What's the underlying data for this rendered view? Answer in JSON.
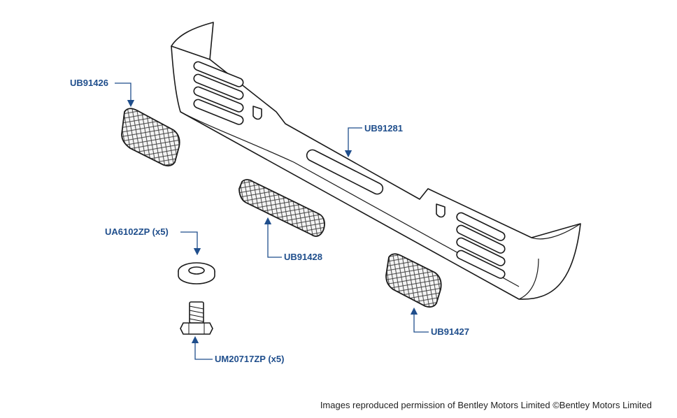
{
  "parts": [
    {
      "id": "UB91426",
      "label": "UB91426"
    },
    {
      "id": "UB91281",
      "label": "UB91281"
    },
    {
      "id": "UA6102ZP",
      "label": "UA6102ZP (x5)"
    },
    {
      "id": "UB91428",
      "label": "UB91428"
    },
    {
      "id": "UB91427",
      "label": "UB91427"
    },
    {
      "id": "UM20717ZP",
      "label": "UM20717ZP (x5)"
    }
  ],
  "credit": "Images reproduced permission of Bentley Motors Limited ©Bentley Motors Limited",
  "colors": {
    "label": "#1f4e8c",
    "line": "#1a1a1a",
    "arrow": "#1f4e8c"
  }
}
